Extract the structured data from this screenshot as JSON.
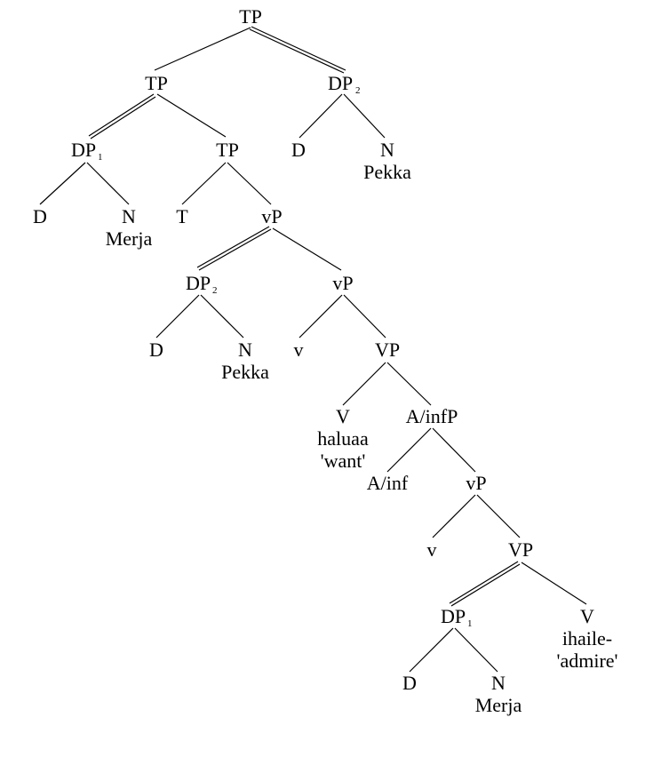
{
  "nodes": {
    "tp_root": {
      "label": "TP"
    },
    "tp_left": {
      "label": "TP"
    },
    "dp2_high": {
      "label": "DP",
      "sub": "2"
    },
    "dp1_high": {
      "label": "DP",
      "sub": "1"
    },
    "tp_mid": {
      "label": "TP"
    },
    "d_dp2_high": {
      "label": "D"
    },
    "n_dp2_high": {
      "label": "N",
      "word": "Pekka"
    },
    "d_dp1_high": {
      "label": "D"
    },
    "n_dp1_high": {
      "label": "N",
      "word": "Merja"
    },
    "t_head": {
      "label": "T"
    },
    "vp_upper": {
      "label": "vP"
    },
    "dp2_low": {
      "label": "DP",
      "sub": "2"
    },
    "vp_upper_bar": {
      "label": "vP"
    },
    "d_dp2_low": {
      "label": "D"
    },
    "n_dp2_low": {
      "label": "N",
      "word": "Pekka"
    },
    "v_upper": {
      "label": "v"
    },
    "VP_upper": {
      "label": "VP"
    },
    "V_upper": {
      "label": "V",
      "word": "haluaa",
      "gloss": "'want'"
    },
    "ainfP": {
      "label": "A/infP"
    },
    "ainf": {
      "label": "A/inf"
    },
    "vp_lower": {
      "label": "vP"
    },
    "v_lower": {
      "label": "v"
    },
    "VP_lower": {
      "label": "VP"
    },
    "dp1_low": {
      "label": "DP",
      "sub": "1"
    },
    "V_lower": {
      "label": "V",
      "word": "ihaile-",
      "gloss": "'admire'"
    },
    "d_dp1_low": {
      "label": "D"
    },
    "n_dp1_low": {
      "label": "N",
      "word": "Merja"
    }
  }
}
